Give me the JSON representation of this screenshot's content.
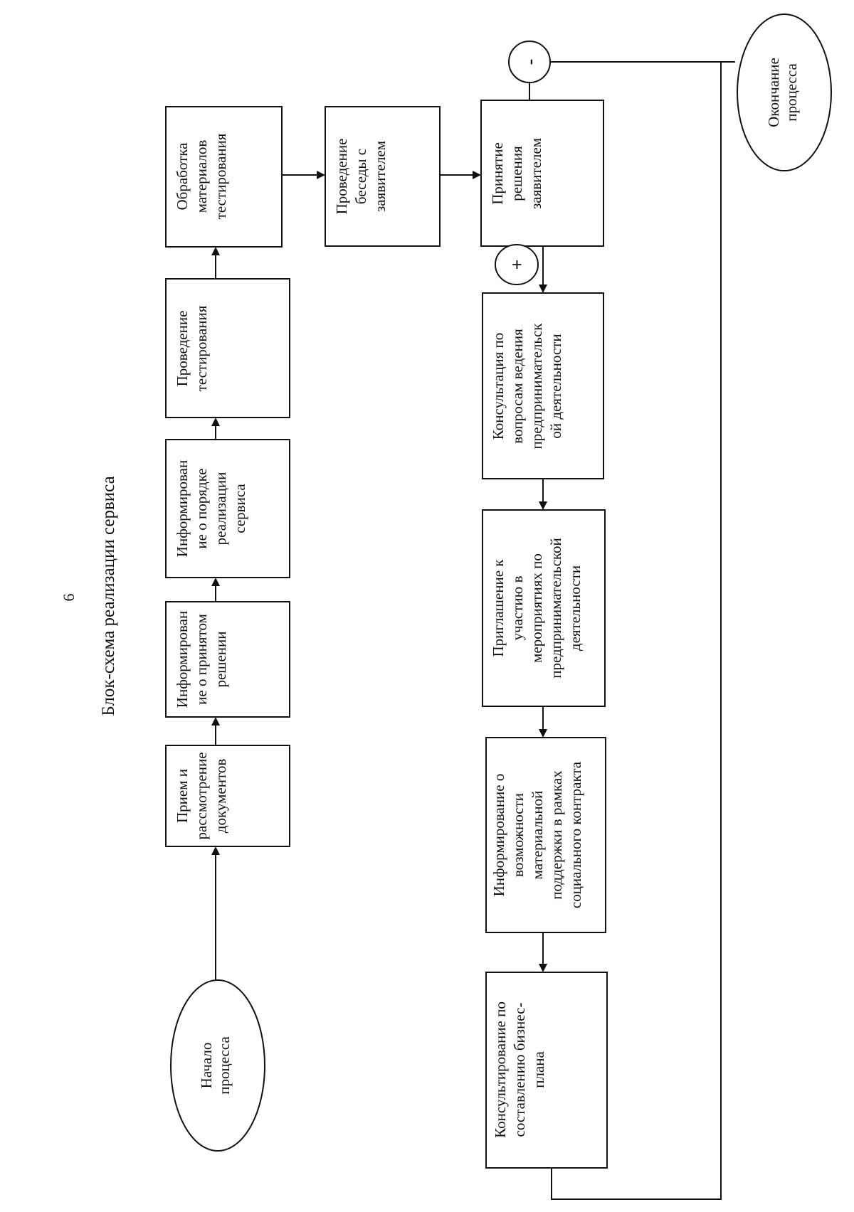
{
  "page_number": "6",
  "title": "Блок-схема реализации сервиса",
  "start": [
    "Начало",
    "процесса"
  ],
  "end": [
    "Окончание",
    "процесса"
  ],
  "top_row": [
    [
      "Прием и",
      "рассмотрение",
      "документов"
    ],
    [
      "Информирован",
      "ие о принятом",
      "решении"
    ],
    [
      "Информирован",
      "ие о порядке",
      "реализации",
      "сервиса"
    ],
    [
      "Проведение",
      "тестирования"
    ],
    [
      "Обработка",
      "материалов",
      "тестирования"
    ]
  ],
  "conversation": [
    "Проведение",
    "беседы с",
    "заявителем"
  ],
  "decision": [
    "Принятие",
    "решения",
    "заявителем"
  ],
  "decision_plus": "+",
  "decision_minus": "-",
  "bottom_row": [
    [
      "Консультация по",
      "вопросам ведения",
      "предпринимательск",
      "ой деятельности"
    ],
    [
      "Приглашение к",
      "участию в",
      "мероприятиях по",
      "предпринимательской",
      "деятельности"
    ],
    [
      "Информирование о",
      "возможности",
      "материальной",
      "поддержки  в рамках",
      "социального контракта"
    ],
    [
      "Консультирование по",
      "составлению бизнес-",
      "плана"
    ]
  ]
}
